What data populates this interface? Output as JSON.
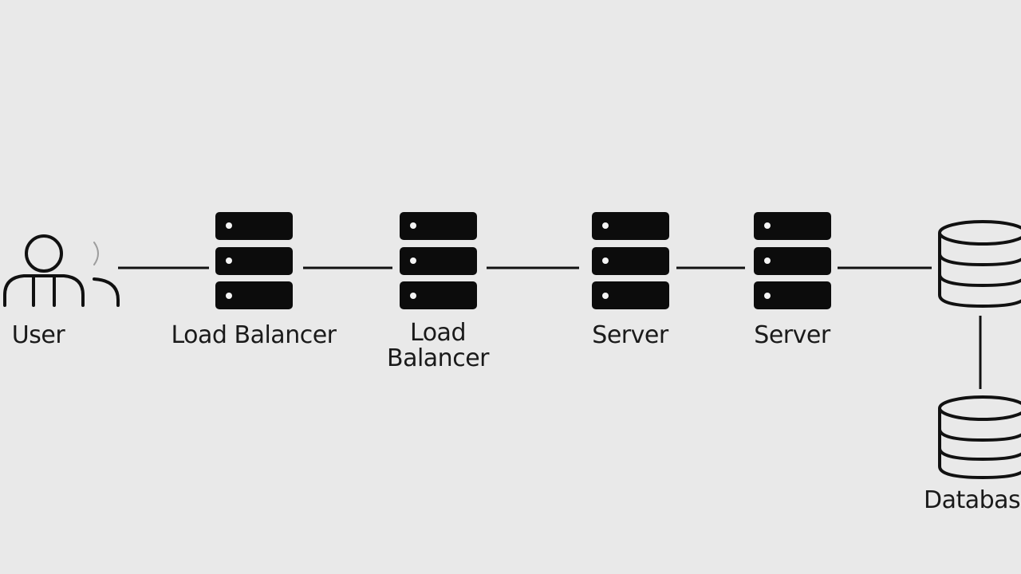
{
  "nodes": {
    "user": {
      "label": "User",
      "icon": "user-icon"
    },
    "load_balancer_1": {
      "label": "Load Balancer",
      "icon": "server-stack-icon"
    },
    "load_balancer_2": {
      "label_line1": "Load",
      "label_line2": "Balancer",
      "icon": "server-stack-icon"
    },
    "server_1": {
      "label": "Server",
      "icon": "server-stack-icon"
    },
    "server_2": {
      "label": "Server",
      "icon": "server-stack-icon"
    },
    "database_1": {
      "icon": "database-icon"
    },
    "database_2": {
      "label": "Database",
      "icon": "database-icon"
    }
  },
  "connections": [
    {
      "from": "User",
      "to": "Load Balancer"
    },
    {
      "from": "Load Balancer",
      "to": "Load Balancer"
    },
    {
      "from": "Load Balancer",
      "to": "Server"
    },
    {
      "from": "Server",
      "to": "Server"
    },
    {
      "from": "Server",
      "to": "Database"
    },
    {
      "from": "Database",
      "to": "Database"
    }
  ]
}
